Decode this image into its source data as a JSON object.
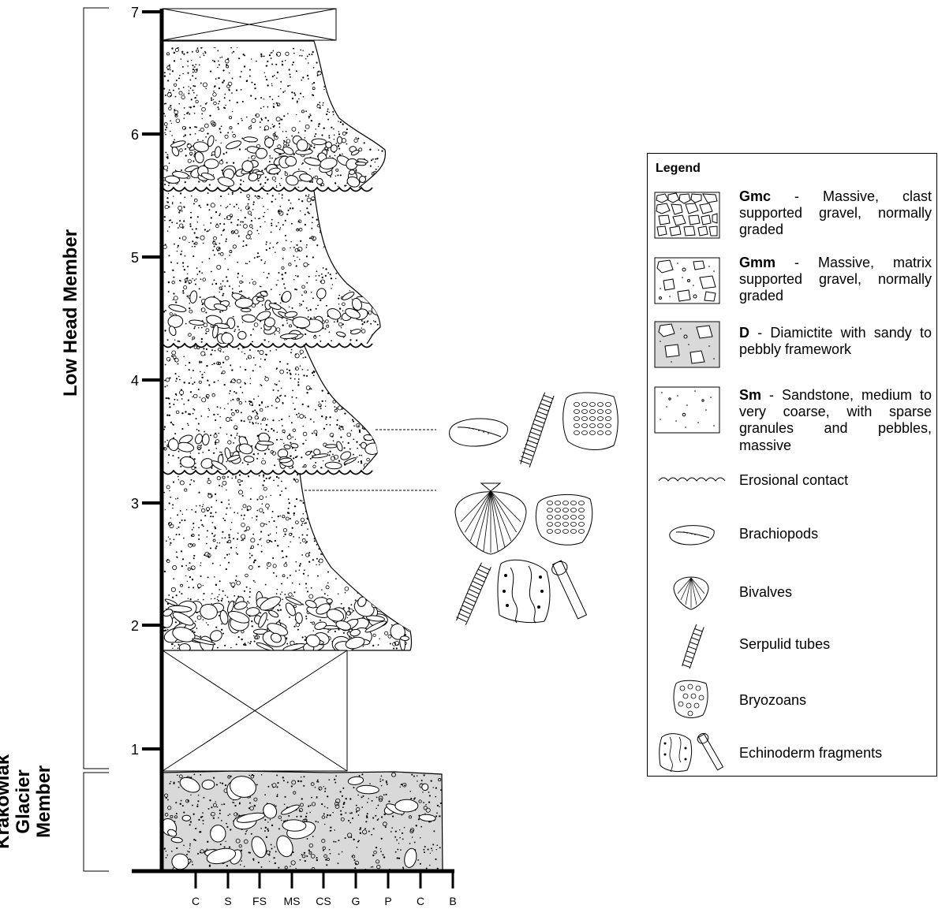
{
  "column": {
    "depth_ticks": [
      "1",
      "2",
      "3",
      "4",
      "5",
      "6",
      "7"
    ],
    "grain_scale": [
      "C",
      "S",
      "FS",
      "MS",
      "CS",
      "G",
      "P",
      "C",
      "B"
    ]
  },
  "members": {
    "upper": "Low Head Member",
    "lower_lines": [
      "Krakowiak",
      "Glacier",
      "Member"
    ]
  },
  "legend": {
    "title": "Legend",
    "facies": [
      {
        "code": "Gmc",
        "desc": " - Massive, clast supported gravel, normally graded",
        "pattern": "clast-supported"
      },
      {
        "code": "Gmm",
        "desc": " - Massive, matrix supported gravel, normally graded",
        "pattern": "matrix-supported"
      },
      {
        "code": "D",
        "desc": " - Diamictite with sandy to pebbly framework",
        "pattern": "diamictite",
        "fill": "#d9d9d9"
      },
      {
        "code": "Sm",
        "desc": " - Sandstone, medium to very coarse, with sparse granules and pebbles, massive",
        "pattern": "sandstone"
      }
    ],
    "symbols": [
      {
        "label": "Erosional contact",
        "icon": "wavy-line-icon"
      },
      {
        "label": "Brachiopods",
        "icon": "brachiopod-icon"
      },
      {
        "label": "Bivalves",
        "icon": "bivalve-icon"
      },
      {
        "label": "Serpulid tubes",
        "icon": "serpulid-tube-icon"
      },
      {
        "label": "Bryozoans",
        "icon": "bryozoan-icon"
      },
      {
        "label": "Echinoderm fragments",
        "icon": "echinoderm-fragment-icon"
      }
    ]
  },
  "colors": {
    "line": "#000000",
    "diamictite_fill": "#d9d9d9",
    "background": "#ffffff"
  }
}
